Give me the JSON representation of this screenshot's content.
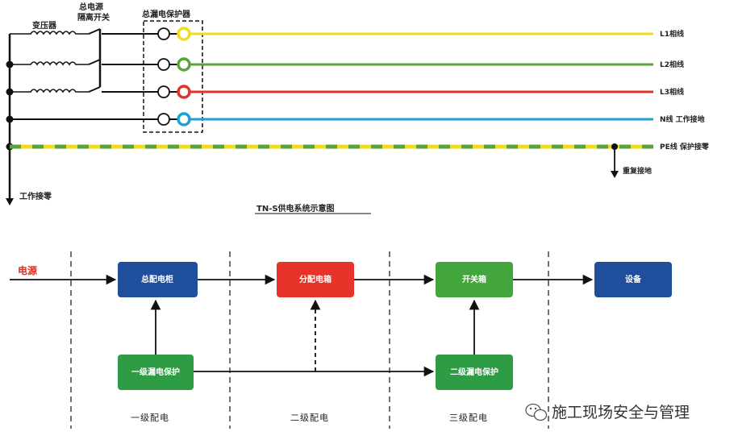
{
  "top": {
    "transformer_label": "变压器",
    "switch_label_line1": "总电源",
    "switch_label_line2": "隔离开关",
    "rcd_label": "总漏电保护器",
    "neutral_label": "工作接零",
    "lines": [
      {
        "label": "L1相线",
        "color": "#f0dc1e"
      },
      {
        "label": "L2相线",
        "color": "#5aa33f"
      },
      {
        "label": "L3相线",
        "color": "#e0332a"
      },
      {
        "label": "N线  工作接地",
        "color": "#1e9fd8"
      }
    ],
    "pe_label": "PE线  保护接零",
    "pe_color_a": "#f0dc1e",
    "pe_color_b": "#5aa33f",
    "reground_label": "重复接地",
    "title": "TN-S供电系统示意图"
  },
  "bottom": {
    "source_label": "电源",
    "boxes": {
      "main_panel": {
        "label": "总配电柜",
        "color": "#1f4e9c"
      },
      "dist_box": {
        "label": "分配电箱",
        "color": "#e8332a"
      },
      "switch_box": {
        "label": "开关箱",
        "color": "#42a63c"
      },
      "equipment": {
        "label": "设备",
        "color": "#1f4e9c"
      },
      "rcd1": {
        "label": "一级漏电保护",
        "color": "#2e9c44"
      },
      "rcd2": {
        "label": "二级漏电保护",
        "color": "#2e9c44"
      }
    },
    "stages": [
      "一级配电",
      "二级配电",
      "三级配电"
    ]
  },
  "watermark": {
    "text": "施工现场安全与管理",
    "icon": "wechat-icon"
  }
}
